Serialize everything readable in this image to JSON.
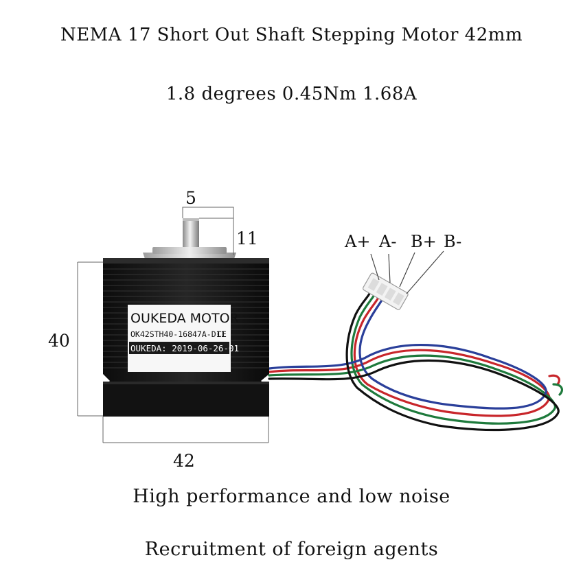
{
  "header": {
    "title": "NEMA 17 Short Out Shaft Stepping Motor 42mm",
    "specs": "1.8 degrees 0.45Nm 1.68A"
  },
  "dimensions": {
    "shaft_diameter": "5",
    "shaft_length": "11",
    "height": "40",
    "width": "42"
  },
  "pins": [
    "A+",
    "A-",
    "B+",
    "B-"
  ],
  "motor_label": {
    "brand": "OUKEDA MOTOR",
    "model": "OK42STH40-16847A-D11",
    "ce": "CE",
    "date_line": "OUKEDA: 2019-06-26-01"
  },
  "footer": {
    "line1": "High performance and low noise",
    "line2": "Recruitment of foreign agents"
  },
  "colors": {
    "motor_body": "#141414",
    "wire_red": "#c8262b",
    "wire_green": "#1e7a3c",
    "wire_blue": "#2a3f9a",
    "wire_black": "#111111"
  }
}
